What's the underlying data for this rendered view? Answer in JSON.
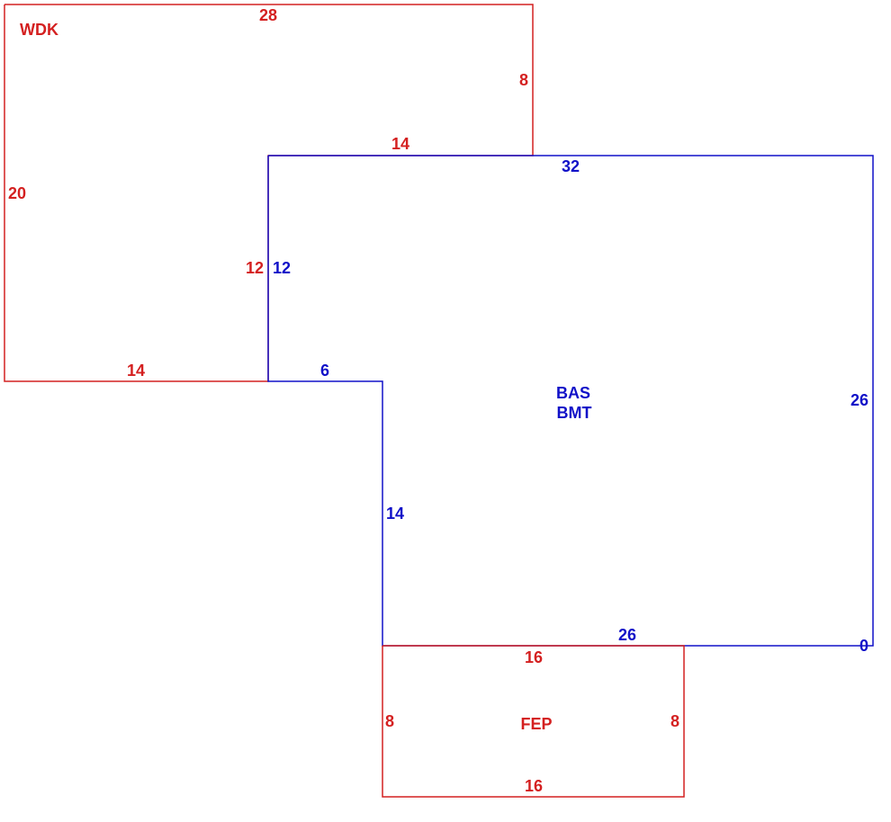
{
  "colors": {
    "wdk_fep": "#d42020",
    "bas": "#1010c8"
  },
  "areas": {
    "wdk": {
      "name": "WDK",
      "dims": {
        "top": "28",
        "right_upper": "8",
        "step_top": "14",
        "step_left": "12",
        "bottom": "14",
        "left": "20"
      }
    },
    "bas": {
      "name": "BAS",
      "name2": "BMT",
      "dims": {
        "top": "32",
        "right": "26",
        "bottom": "26",
        "corner": "0",
        "inner_left": "14",
        "step_top": "6",
        "left": "12"
      }
    },
    "fep": {
      "name": "FEP",
      "dims": {
        "top": "16",
        "bottom": "16",
        "left": "8",
        "right": "8"
      }
    }
  }
}
